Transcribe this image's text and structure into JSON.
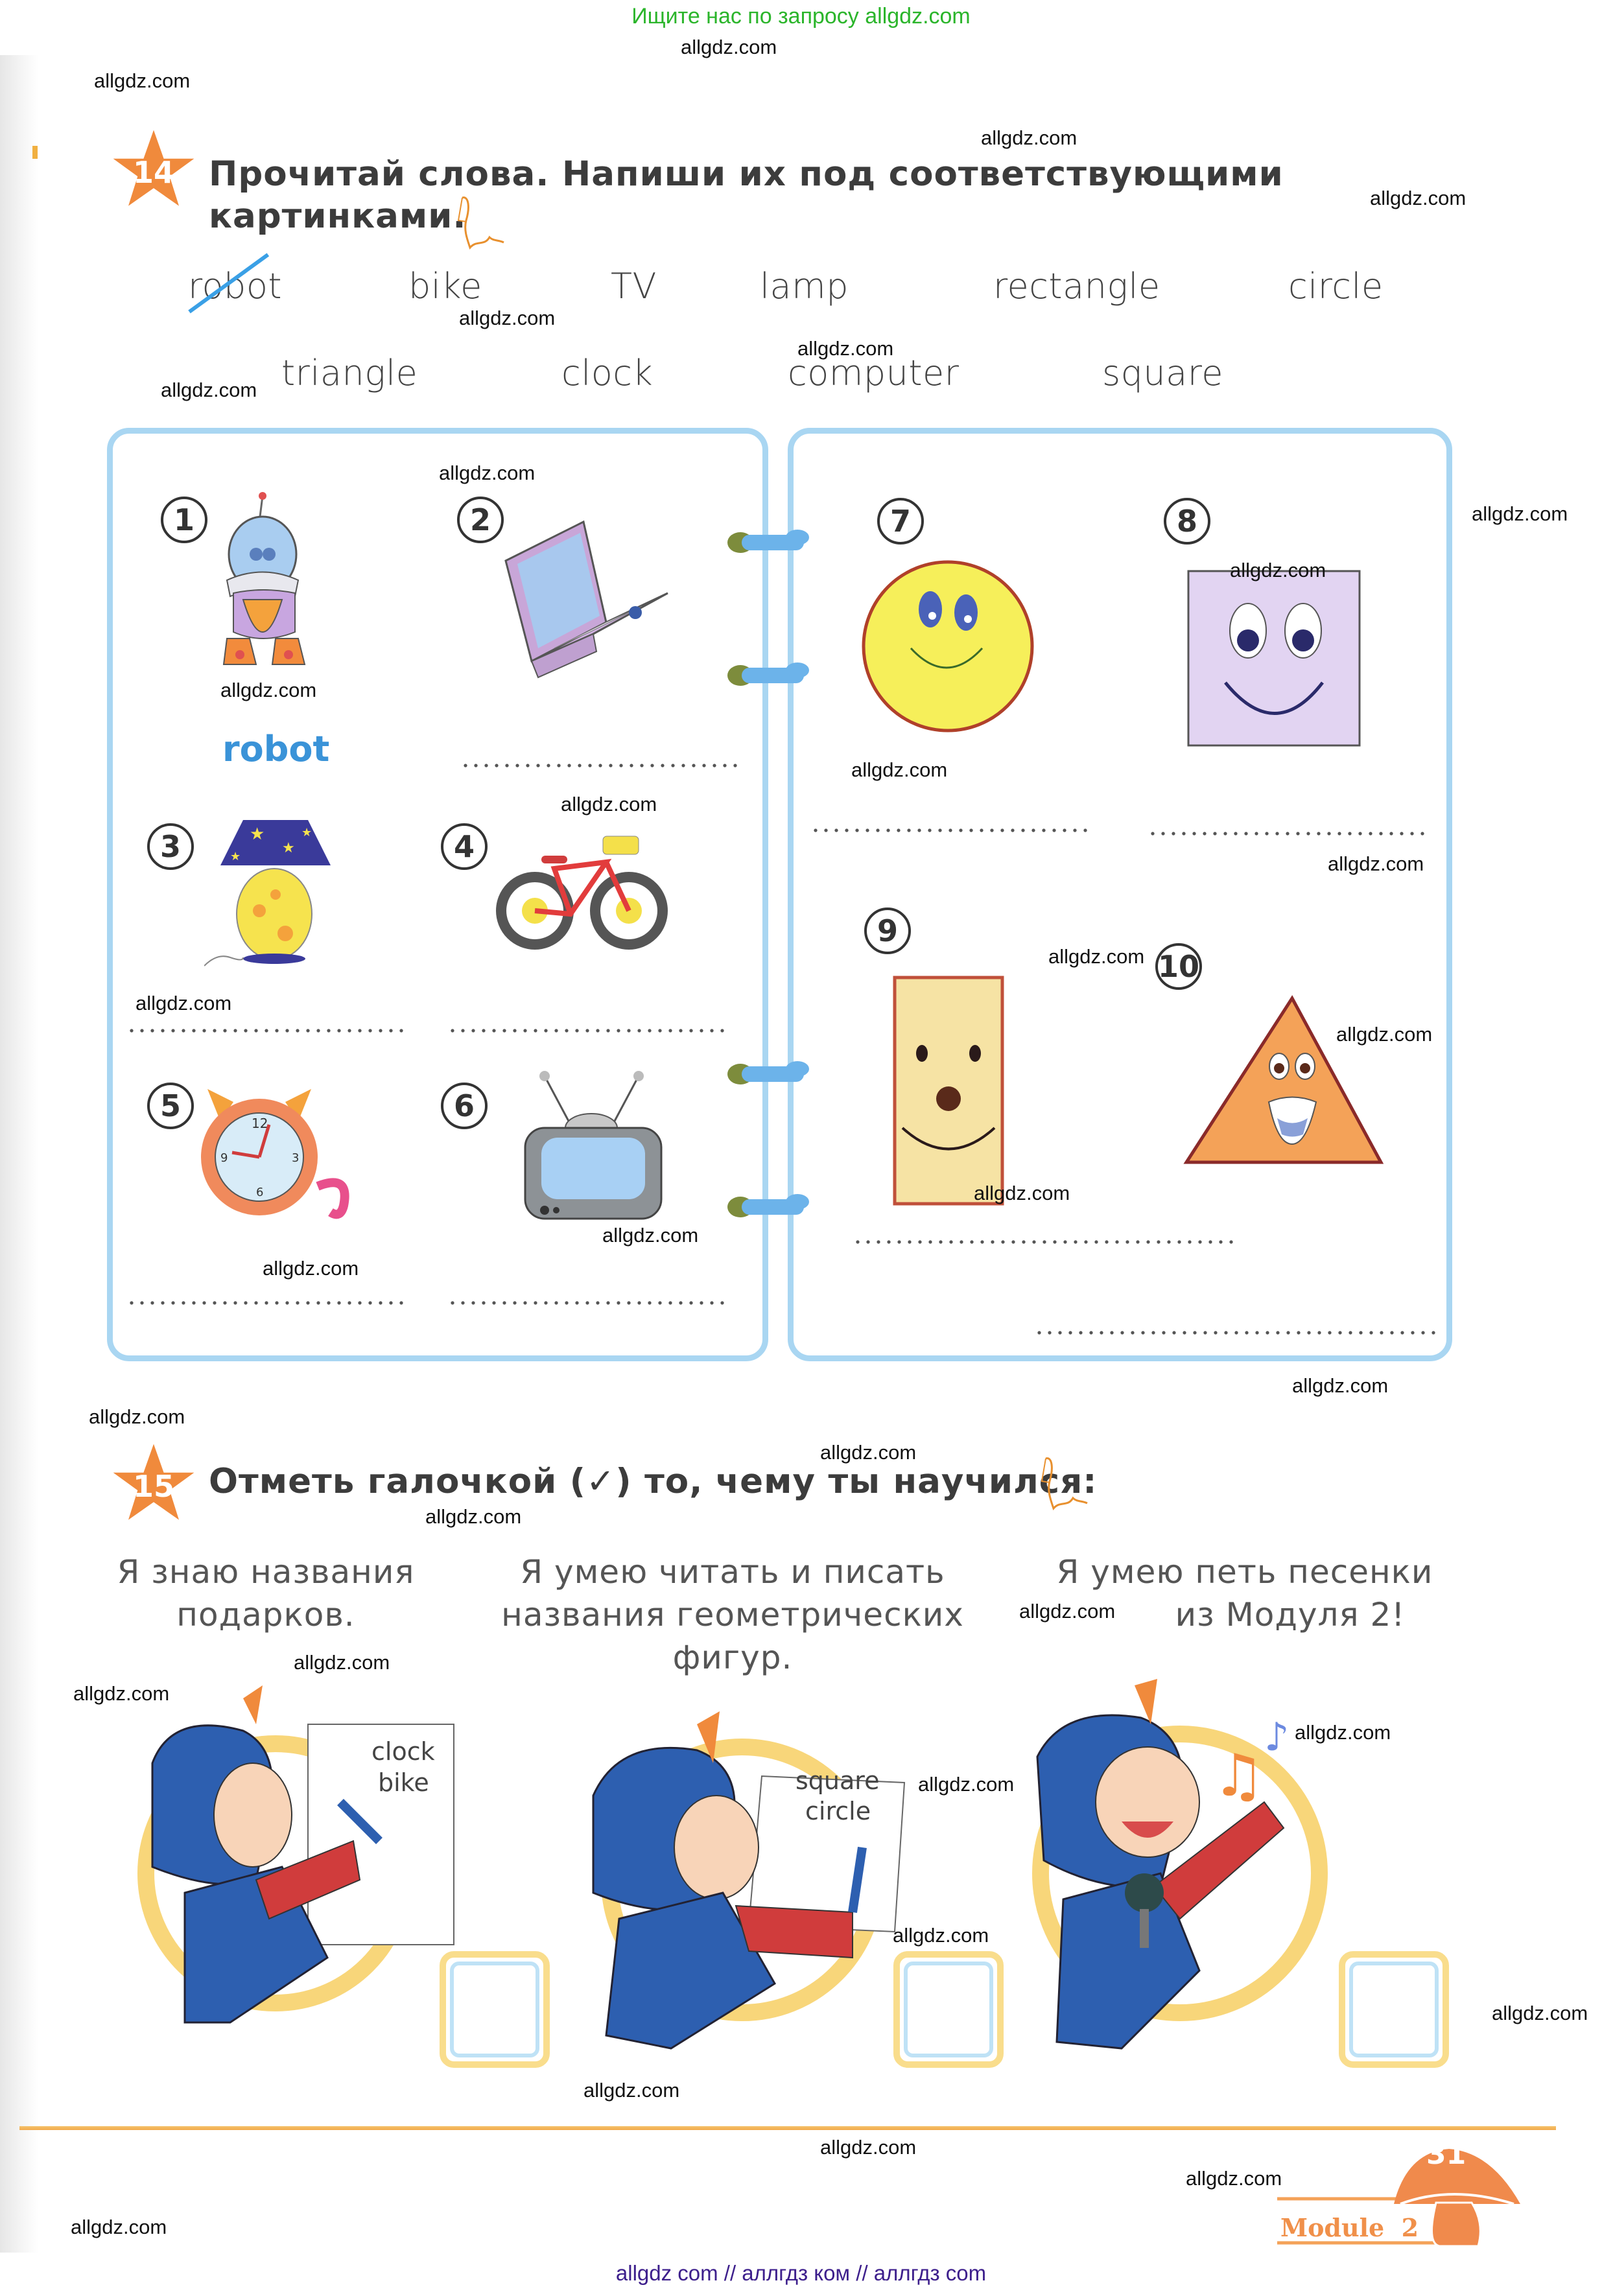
{
  "top_banner": "Ищите нас по запросу allgdz.com",
  "watermark": "allgdz.com",
  "task14": {
    "number": "14",
    "title_line1": "Прочитай слова. Напиши их под соответствующими",
    "title_line2": "картинками.",
    "word_bank": {
      "row1": [
        "robot",
        "bike",
        "TV",
        "lamp",
        "rectangle",
        "circle"
      ],
      "row2": [
        "triangle",
        "clock",
        "computer",
        "square"
      ],
      "crossed_out": "robot"
    },
    "left_panel": {
      "items": [
        {
          "number": "1",
          "picture": "robot",
          "answer": "robot"
        },
        {
          "number": "2",
          "picture": "laptop computer",
          "answer": ""
        },
        {
          "number": "3",
          "picture": "lamp",
          "answer": ""
        },
        {
          "number": "4",
          "picture": "bike",
          "answer": ""
        },
        {
          "number": "5",
          "picture": "cat alarm clock",
          "answer": ""
        },
        {
          "number": "6",
          "picture": "TV",
          "answer": ""
        }
      ]
    },
    "right_panel": {
      "items": [
        {
          "number": "7",
          "picture": "yellow smiling circle",
          "answer": ""
        },
        {
          "number": "8",
          "picture": "lilac smiling square",
          "answer": ""
        },
        {
          "number": "9",
          "picture": "smiling rectangle",
          "answer": ""
        },
        {
          "number": "10",
          "picture": "orange smiling triangle",
          "answer": ""
        }
      ]
    }
  },
  "task15": {
    "number": "15",
    "title": "Отметь галочкой (✓) то, чему ты научился:",
    "statements": [
      {
        "line1": "Я знаю названия",
        "line2": "подарков.",
        "line3": "",
        "sheet": [
          "clock",
          "bike"
        ]
      },
      {
        "line1": "Я умею читать и писать",
        "line2": "названия геометрических",
        "line3": "фигур.",
        "sheet": [
          "square",
          "circle"
        ]
      },
      {
        "line1": "Я умею петь песенки",
        "line2": "из Модуля 2!",
        "line3": "",
        "sheet": []
      }
    ]
  },
  "footer": {
    "page_number": "31",
    "module_label": "Module  2",
    "credits": "allgdz com  //  аллгдз ком  //  аллгдз com"
  },
  "colors": {
    "accent_orange": "#f08a3c",
    "panel_blue": "#a9d6f2",
    "answer_blue": "#3a93d8",
    "banner_green": "#2bb52b",
    "credits_purple": "#3d1f8c"
  }
}
